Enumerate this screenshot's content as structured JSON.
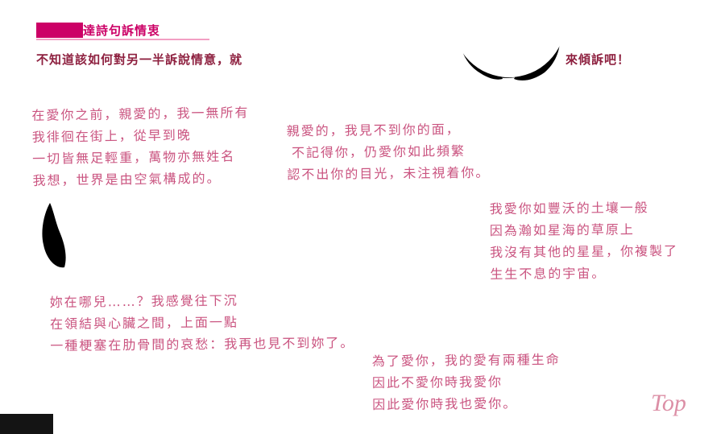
{
  "header": {
    "title_visible": "達詩句訴情衷",
    "intro_left": "不知道該如何對另一半訴說情意，就",
    "intro_right": "來傾訴吧！"
  },
  "poems": [
    {
      "lines": [
        "在愛你之前，親愛的，我一無所有",
        "我徘徊在街上，從早到晚",
        "一切皆無足輕重，萬物亦無姓名",
        "我想，世界是由空氣構成的。"
      ]
    },
    {
      "lines": [
        "親愛的，我見不到你的面，",
        "不記得你，仍愛你如此頻繁",
        "認不出你的目光，未注視着你。"
      ]
    },
    {
      "lines": [
        "我愛你如豐沃的土壤一般",
        "因為瀚如星海的草原上",
        "我沒有其他的星星，你複製了",
        "生生不息的宇宙。"
      ]
    },
    {
      "lines": [
        "妳在哪兒……？我感覺往下沉",
        "在領結與心臟之間，上面一點",
        "一種梗塞在肋骨間的哀愁：我再也見不到妳了。"
      ]
    },
    {
      "lines": [
        "為了愛你，我的愛有兩種生命",
        "因此不愛你時我愛你",
        "因此愛你時我也愛你。"
      ]
    }
  ],
  "footer": {
    "top_link": "Top"
  },
  "colors": {
    "accent": "#cc0066",
    "underline": "#f29fc3",
    "intro_text": "#8e2140",
    "poem_text": "#ca5480",
    "top_link": "#dc8fa6",
    "ink": "#000000"
  }
}
